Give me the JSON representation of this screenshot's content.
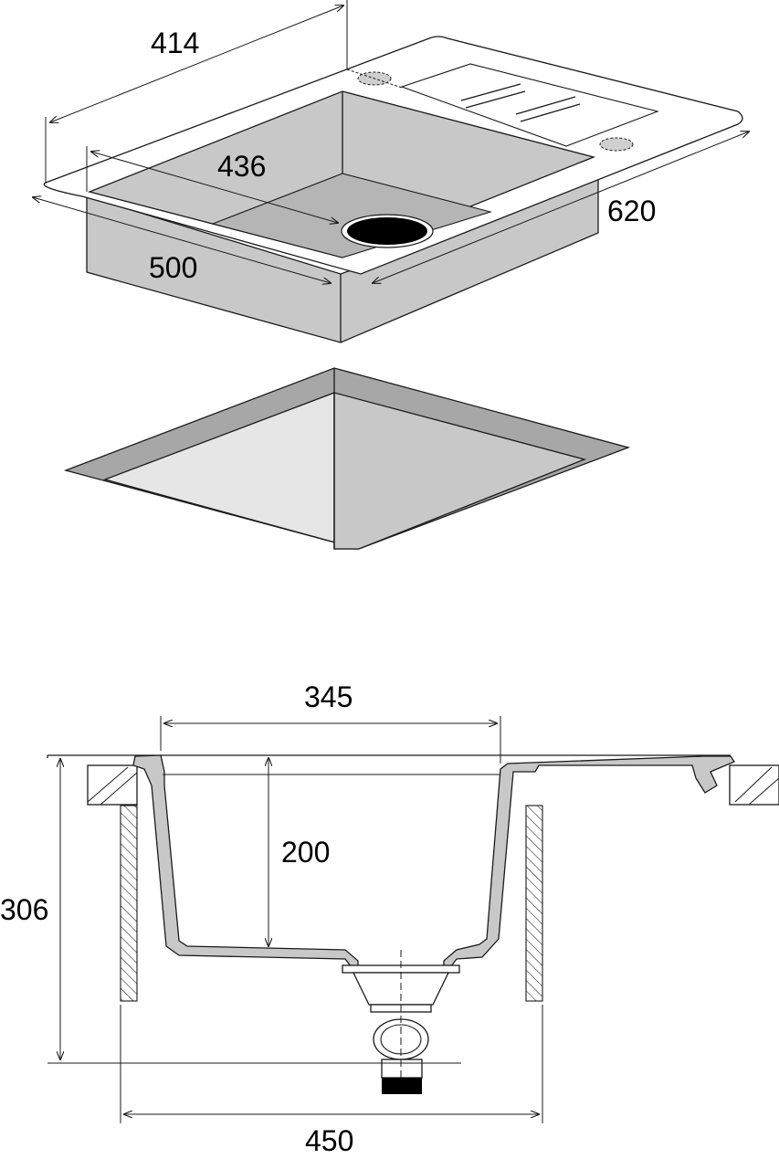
{
  "dimensions": {
    "top_width": "414",
    "bowl_length": "436",
    "bowl_width": "500",
    "overall_length": "620",
    "bowl_top_width": "345",
    "bowl_depth": "200",
    "total_height": "306",
    "cabinet_width": "450"
  },
  "colors": {
    "line": "#1a1a1a",
    "sink_body": "#c8c8c8",
    "sink_shadow": "#a7a7a7",
    "sink_light": "#e6e6e6",
    "drain": "#000000"
  }
}
